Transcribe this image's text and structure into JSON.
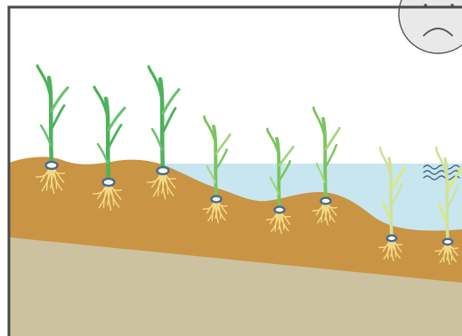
{
  "scene": {
    "colors": {
      "frame": "#4a4a4a",
      "background": "#ffffff",
      "water": "#c8e6f0",
      "soil": "#c99444",
      "subsoil": "#cdc2a0",
      "roots": "#f4dc86",
      "node": "#4a6b8a",
      "sun_face": "#e9e9e9"
    },
    "sun": {
      "expression": "frowning",
      "icon": "sad-sun-icon"
    },
    "water_waves_icon": "wave-icon",
    "plants": [
      {
        "color": "#4cb35a",
        "color_light": "#6cc26e",
        "stage": "healthy"
      },
      {
        "color": "#4cb35a",
        "color_light": "#6cc26e",
        "stage": "healthy"
      },
      {
        "color": "#4cb35a",
        "color_light": "#6cc26e",
        "stage": "healthy"
      },
      {
        "color": "#7ac55f",
        "color_light": "#a2d67e",
        "stage": "slightly-stressed"
      },
      {
        "color": "#7ac55f",
        "color_light": "#a2d67e",
        "stage": "slightly-stressed"
      },
      {
        "color": "#7ac55f",
        "color_light": "#a2d67e",
        "stage": "slightly-stressed"
      },
      {
        "color": "#cfe29a",
        "color_light": "#e2e86a",
        "stage": "stressed"
      },
      {
        "color": "#cfe29a",
        "color_light": "#e2e86a",
        "stage": "stressed"
      }
    ]
  }
}
